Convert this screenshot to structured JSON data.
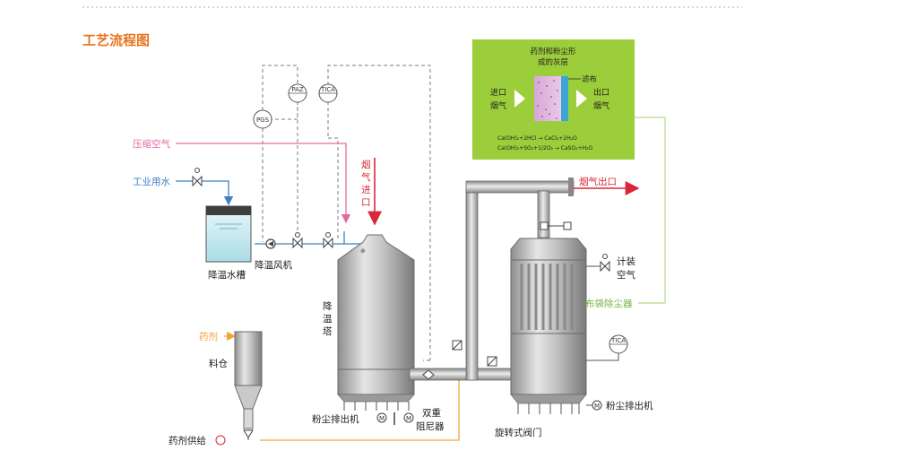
{
  "header": {
    "title": "工艺流程图"
  },
  "labels": {
    "compressed_air": "压缩空气",
    "industrial_water": "工业用水",
    "cooling_tank": "降温水槽",
    "cooling_fan": "降温风机",
    "flue_gas_in_1": "烟",
    "flue_gas_in_2": "气",
    "flue_gas_in_3": "进",
    "flue_gas_in_4": "口",
    "cooling_tower_1": "降",
    "cooling_tower_2": "温",
    "cooling_tower_3": "塔",
    "flue_gas_out": "烟气出口",
    "instrument_air_1": "计装",
    "instrument_air_2": "空气",
    "baghouse": "布袋除尘器",
    "reagent": "药剂",
    "silo": "料仓",
    "reagent_feed": "药剂供给",
    "dust_discharge_left": "粉尘排出机",
    "double_damper_1": "双重",
    "double_damper_2": "阻尼器",
    "rotary_valve": "旋转式阀门",
    "dust_discharge_right": "粉尘排出机",
    "pgs": "PGS",
    "paz": "PAZ",
    "tica_top": "TICA",
    "tica_right": "TICA",
    "motor_m": "M"
  },
  "inset": {
    "title_1": "药剂和粉尘形",
    "title_2": "成的灰层",
    "filter_cloth": "滤布",
    "inlet_1": "进口",
    "inlet_2": "烟气",
    "outlet_1": "出口",
    "outlet_2": "烟气",
    "reaction_1": "Ca(OH)₂+2HCl → CaCl₂+2H₂O",
    "reaction_2": "Ca(OH)₂+SO₂+1/2O₂ → CaSO₄+H₂O"
  },
  "colors": {
    "title_orange": "#e8731e",
    "pink_line": "#e26aa3",
    "blue_line": "#3f7fc1",
    "red_line": "#d6283a",
    "orange_line": "#f0a63a",
    "green_inset": "#9ccd3a",
    "vessel_gray": "#b5b5b5"
  }
}
